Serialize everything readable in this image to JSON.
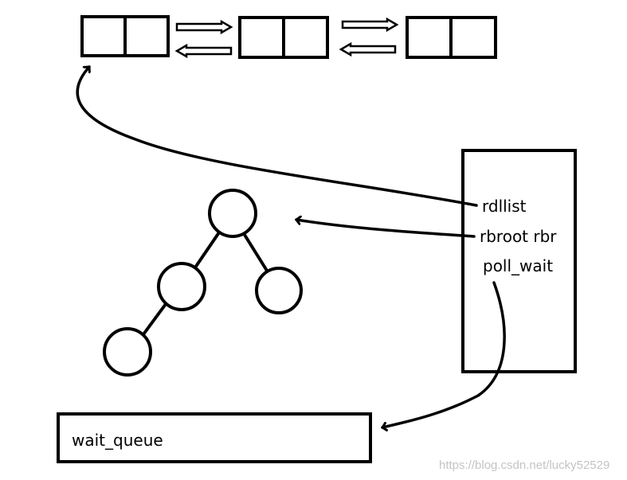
{
  "diagram": {
    "linked_list": {
      "node_count": 3,
      "node_parts": 2
    },
    "tree": {
      "node_count": 4
    },
    "eventpoll_box": {
      "fields": [
        "rdllist",
        "rbroot rbr",
        "poll_wait"
      ]
    },
    "wait_queue_box": {
      "label": "wait_queue"
    }
  },
  "watermark": "https://blog.csdn.net/lucky52529"
}
